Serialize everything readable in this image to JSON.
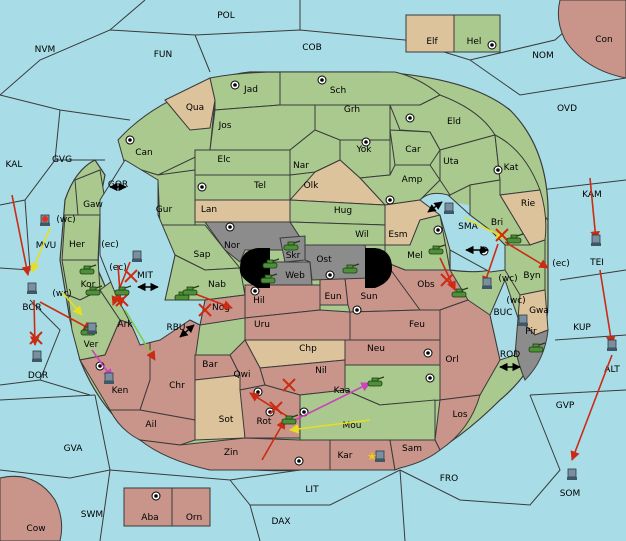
{
  "colors": {
    "sea": "#a8dde8",
    "green": "#a9c98e",
    "tan": "#dcc39c",
    "red": "#c9958a",
    "gray": "#8c8c8c",
    "border": "#3a3a3a",
    "attack": "#cc2b13",
    "convoy": "#f2ee3a",
    "support": "#7ecb45",
    "move_purple": "#cc44bb"
  },
  "icons": [
    "tank-icon",
    "fleet-icon",
    "supply-center-icon",
    "two-way-arrow-icon",
    "dislodged-x-icon",
    "wc-marker"
  ],
  "labels": {
    "sea": {
      "pol": "POL",
      "nvm": "NVM",
      "fun": "FUN",
      "cob": "COB",
      "nom": "NOM",
      "con": "Con",
      "ovd": "OVD",
      "kal": "KAL",
      "gvg": "GVG",
      "gor": "GOR",
      "kam": "KAM",
      "mvu": "MVU",
      "bor": "BOR",
      "mit": "MIT",
      "rbu": "RBU",
      "sma": "SMA",
      "tei": "TEI",
      "buc": "BUC",
      "kup": "KUP",
      "dor": "DOR",
      "rod": "ROD",
      "alt": "ALT",
      "gvp": "GVP",
      "gva": "GVA",
      "fro": "FRO",
      "lit": "LIT",
      "swm": "SWM",
      "som": "SOM",
      "dax": "DAX",
      "cow": "Cow"
    },
    "land": {
      "elf": "Elf",
      "hel": "Hel",
      "jad": "Jad",
      "sch": "Sch",
      "qua": "Qua",
      "jos": "Jos",
      "grh": "Grh",
      "eld": "Eld",
      "can": "Can",
      "yok": "Yok",
      "car": "Car",
      "elc": "Elc",
      "nar": "Nar",
      "uta": "Uta",
      "kat": "Kat",
      "tel": "Tel",
      "olk": "Olk",
      "amp": "Amp",
      "gaw": "Gaw",
      "gur": "Gur",
      "rie": "Rie",
      "lan": "Lan",
      "hug": "Hug",
      "bri": "Bri",
      "her": "Her",
      "nor": "Nor",
      "skr": "Skr",
      "wil": "Wil",
      "esm": "Esm",
      "sap": "Sap",
      "ost": "Ost",
      "mel": "Mel",
      "byn": "Byn",
      "web": "Web",
      "kor": "Kor",
      "nab": "Nab",
      "obs": "Obs",
      "eun": "Eun",
      "hil": "Hil",
      "sun": "Sun",
      "gwa": "Gwa",
      "ark": "Ark",
      "nog": "Nog",
      "uru": "Uru",
      "feu": "Feu",
      "pir": "Pir",
      "ver": "Ver",
      "chp": "Chp",
      "neu": "Neu",
      "bar": "Bar",
      "orl": "Orl",
      "qwi": "Qwi",
      "nil": "Nil",
      "ken": "Ken",
      "chr": "Chr",
      "kaa": "Kaa",
      "sot": "Sot",
      "rot": "Rot",
      "ail": "Ail",
      "mou": "Mou",
      "los": "Los",
      "zin": "Zin",
      "kar": "Kar",
      "sam": "Sam",
      "aba": "Aba",
      "orn": "Orn"
    },
    "wc": "(wc)",
    "ec": "(ec)"
  }
}
